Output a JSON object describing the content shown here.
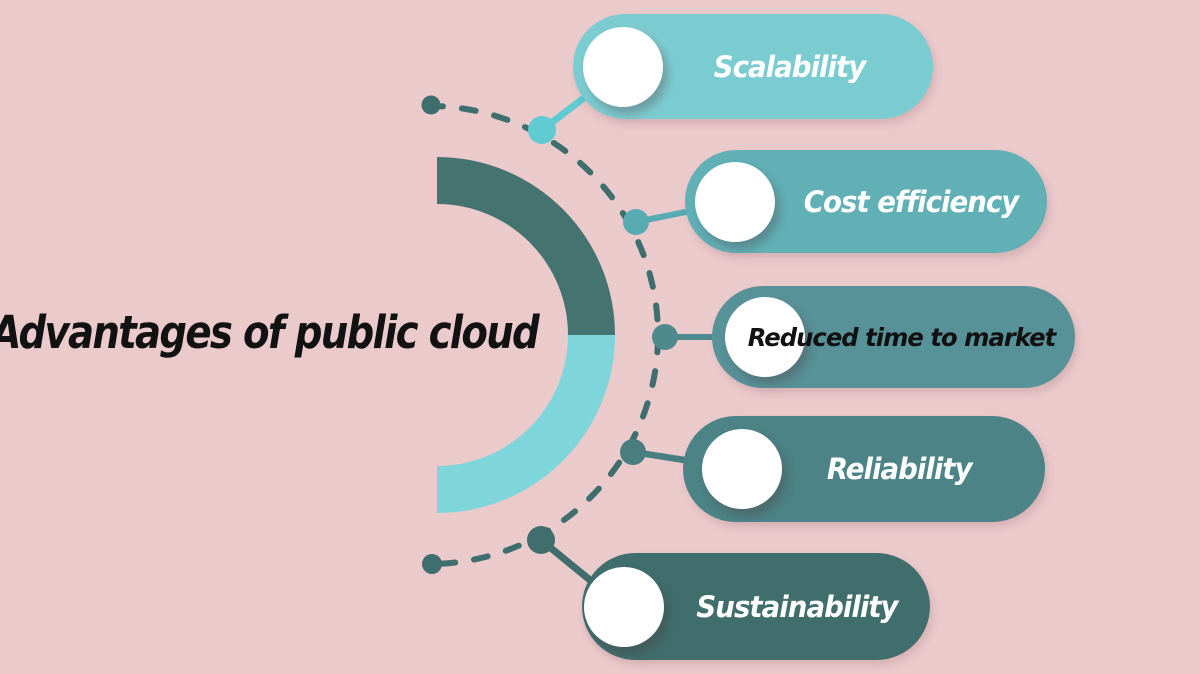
{
  "title": "Advantages of public cloud",
  "background": "#ebcacc",
  "title_color": "#121212",
  "donut": {
    "top_color": "#45736f",
    "bottom_color": "#7ed5da"
  },
  "dashed_arc_color": "#3e6e6d",
  "items": [
    {
      "label": "Scalability",
      "pill_color": "#7bccd1",
      "text_color": "#ffffff",
      "connector_color": "#5fcad1"
    },
    {
      "label": "Cost efficiency",
      "pill_color": "#60b0b6",
      "text_color": "#ffffff",
      "connector_color": "#58abb1"
    },
    {
      "label": "Reduced time to market",
      "pill_color": "#579298",
      "text_color": "#111111",
      "connector_color": "#4e898d"
    },
    {
      "label": "Reliability",
      "pill_color": "#4c8386",
      "text_color": "#ffffff",
      "connector_color": "#497e81"
    },
    {
      "label": "Sustainability",
      "pill_color": "#3f6e6c",
      "text_color": "#ffffff",
      "connector_color": "#3f6e6c"
    }
  ]
}
